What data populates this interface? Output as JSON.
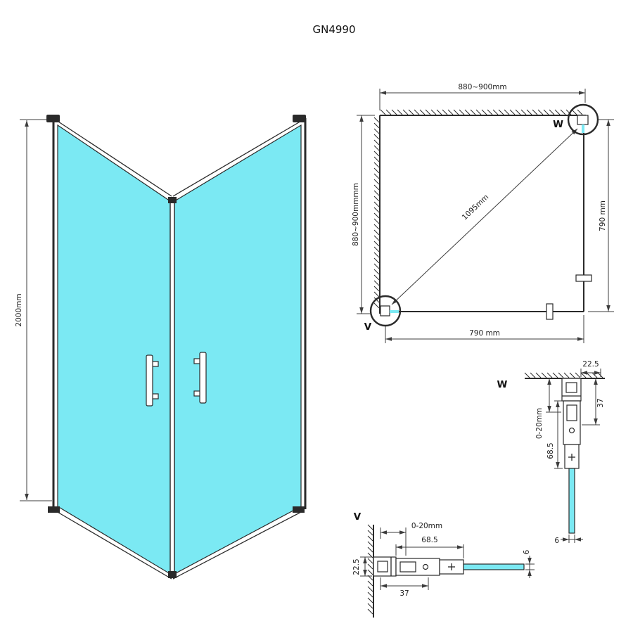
{
  "page": {
    "title": "GN4990"
  },
  "colors": {
    "glass": "#7be9f3",
    "line": "#2a2a2a",
    "dim": "#3c3c3c"
  },
  "front_view": {
    "height": "2000mm"
  },
  "plan": {
    "top": "880~900mm",
    "left": "880~900mmmm",
    "diagonal": "1095mm",
    "right": "790 mm",
    "bottom": "790 mm",
    "w_label": "W",
    "v_label": "V"
  },
  "detail_w": {
    "label": "W",
    "d1": "22.5",
    "d2": "37",
    "d3": "0-20mm",
    "d4": "68.5",
    "d5": "6"
  },
  "detail_v": {
    "label": "V",
    "d1": "0-20mm",
    "d2": "68.5",
    "d3": "22.5",
    "d4": "37",
    "d5": "6"
  }
}
